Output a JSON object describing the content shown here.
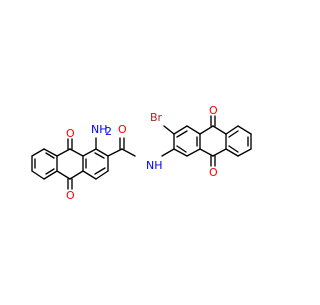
{
  "molecule": {
    "atom_labels": {
      "carbonyl_o_top_left": "O",
      "carbonyl_o_bottom_left": "O",
      "amino_group": "NH",
      "amino_subscript": "2",
      "amide_o": "O",
      "amide_nh": "NH",
      "bromine": "Br",
      "carbonyl_o_top_right": "O",
      "carbonyl_o_bottom_right": "O"
    },
    "colors": {
      "bond": "#000000",
      "oxygen": "#ff0000",
      "nitrogen": "#0000ff",
      "bromine": "#a52a2a",
      "background": "#ffffff"
    }
  }
}
